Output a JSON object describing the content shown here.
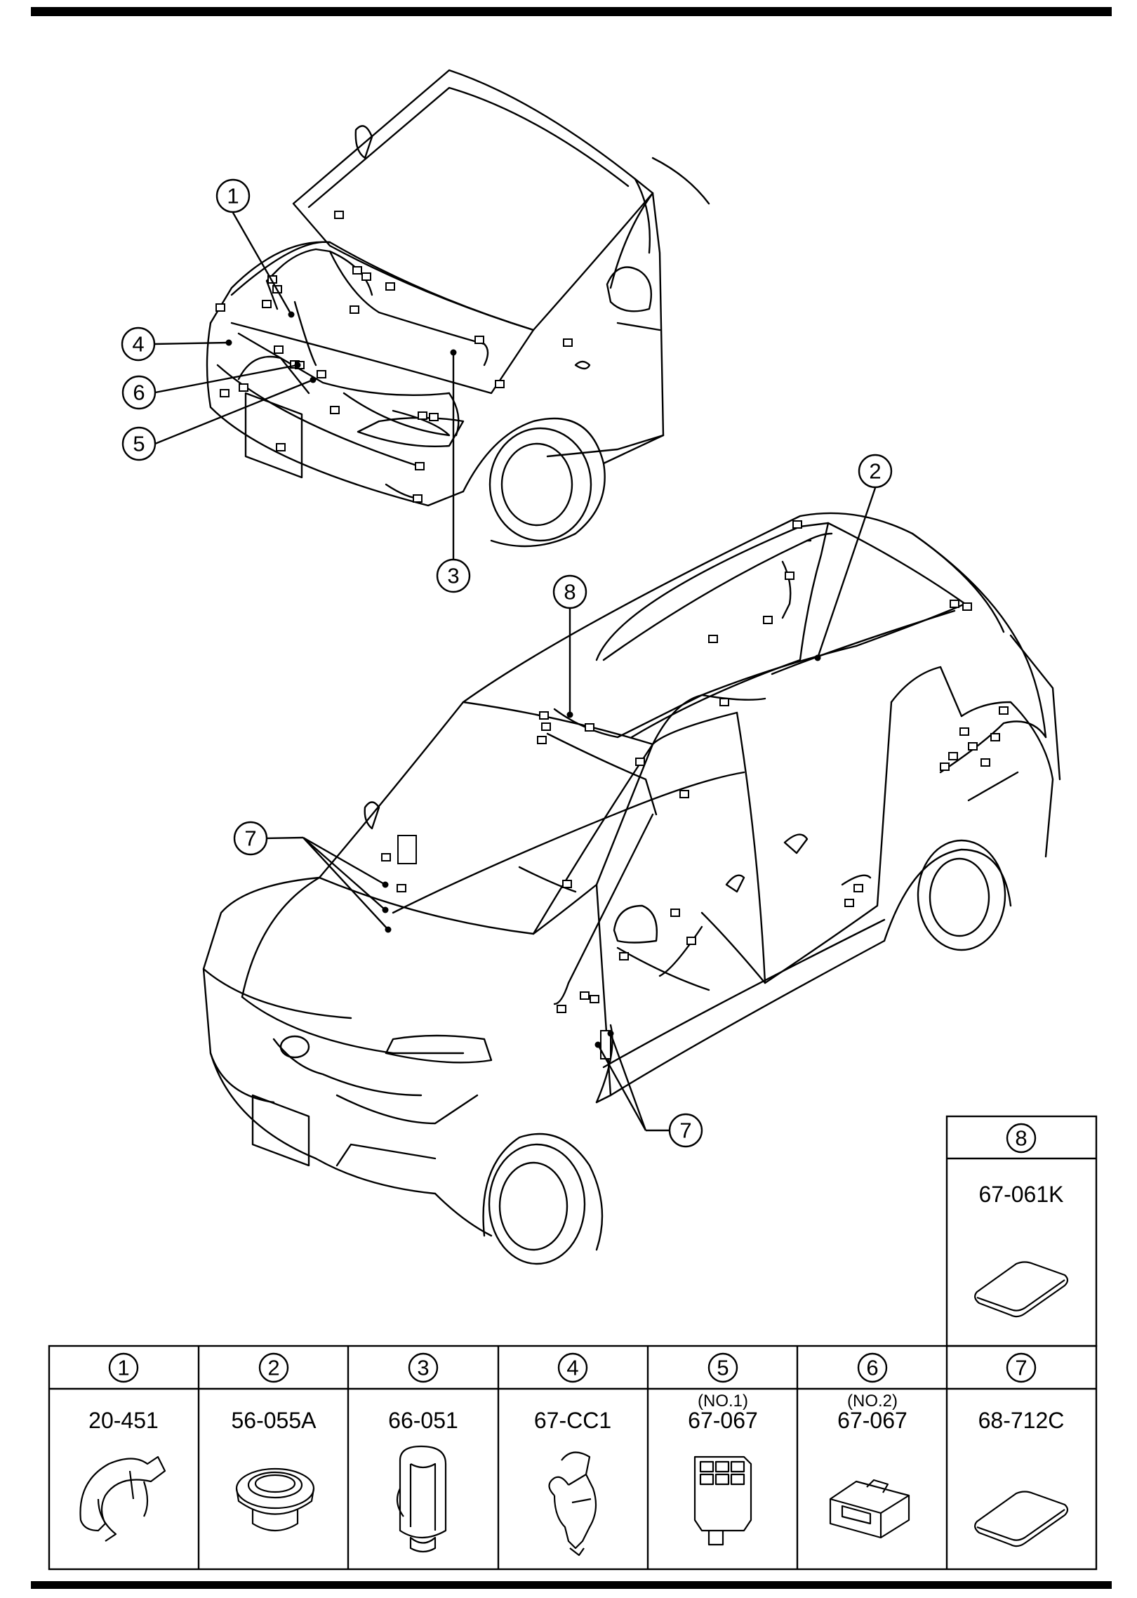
{
  "callouts": [
    "1",
    "2",
    "3",
    "4",
    "5",
    "6",
    "7",
    "7",
    "8"
  ],
  "parts": [
    {
      "num": "1",
      "code": "20-451",
      "sub": ""
    },
    {
      "num": "2",
      "code": "56-055A",
      "sub": ""
    },
    {
      "num": "3",
      "code": "66-051",
      "sub": ""
    },
    {
      "num": "4",
      "code": "67-CC1",
      "sub": ""
    },
    {
      "num": "5",
      "code": "67-067",
      "sub": "(NO.1)"
    },
    {
      "num": "6",
      "code": "67-067",
      "sub": "(NO.2)"
    },
    {
      "num": "7",
      "code": "68-712C",
      "sub": ""
    }
  ],
  "part_extra": {
    "num": "8",
    "code": "67-061K"
  }
}
